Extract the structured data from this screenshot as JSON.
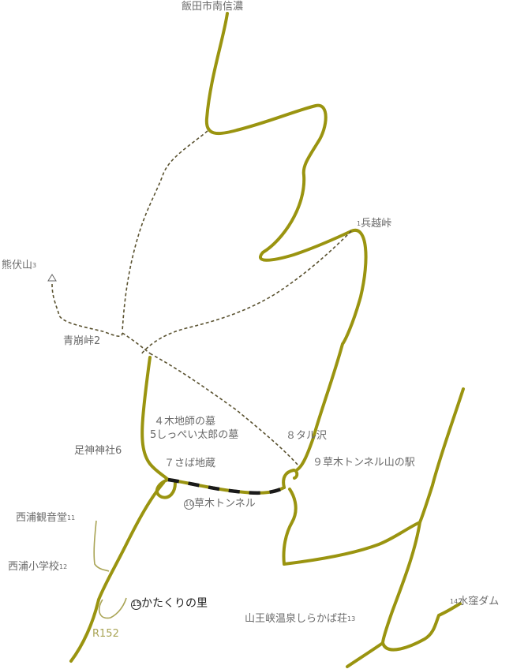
{
  "map": {
    "colors": {
      "road": "#9a9410",
      "tunnel_dash": "#1a1a1a",
      "trail": "#5a5230",
      "label": "#6a6a6a",
      "route_label": "#a9a455"
    },
    "title_top": "飯田市南信濃",
    "labels": {
      "p1_num": "1",
      "p1_name": "兵越峠",
      "p2_name": "青崩峠",
      "p2_num": "2",
      "p3_name": "熊伏山",
      "p3_num": "3",
      "p3_symbol": "△",
      "p4": "４木地師の墓",
      "p5": "5しっぺい太郎の墓",
      "p6_name": "足神神社",
      "p6_num": "6",
      "p7": "７さば地蔵",
      "p8": "８タル沢",
      "p9": "９草木トンネル山の駅",
      "p10_num": "10",
      "p10_name": "草木トンネル",
      "p11_name": "西浦観音堂",
      "p11_num": "11",
      "p12_name": "西浦小学校",
      "p12_num": "12",
      "p13_name": "山王峡温泉しらかば荘",
      "p13_num": "13",
      "p14_num": "14",
      "p14_name": "水窪ダム",
      "p15_num": "15",
      "p15_name": "かたくりの里",
      "route": "R152"
    }
  }
}
